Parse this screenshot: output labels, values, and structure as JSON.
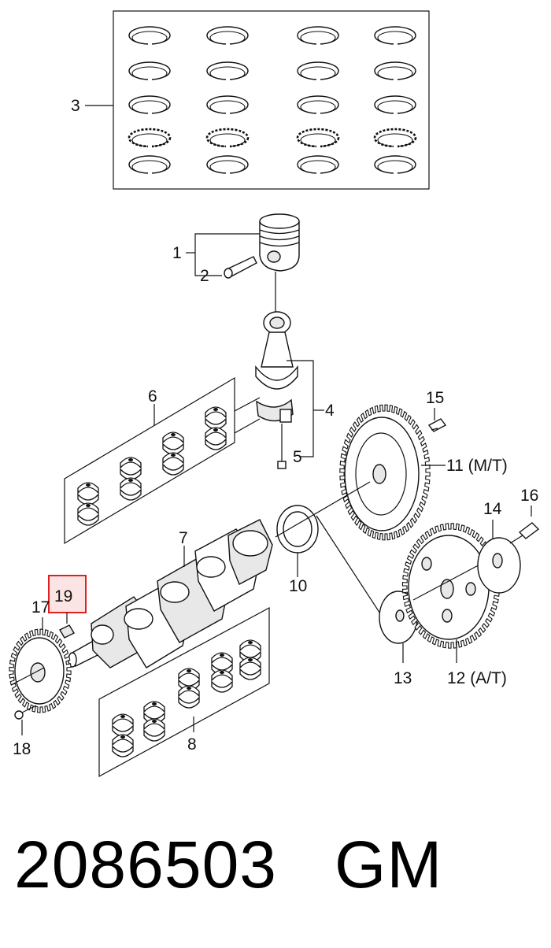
{
  "callouts": {
    "c1": "1",
    "c2": "2",
    "c3": "3",
    "c4": "4",
    "c5": "5",
    "c6": "6",
    "c7": "7",
    "c8": "8",
    "c10": "10",
    "c11": "11 (M/T)",
    "c12": "12 (A/T)",
    "c13": "13",
    "c14": "14",
    "c15": "15",
    "c16": "16",
    "c17": "17",
    "c18": "18",
    "c19": "19"
  },
  "highlight": {
    "callout": "19",
    "border_color": "#e02020",
    "fill_color": "#fde4e4"
  },
  "footer": {
    "part_number": "2086503",
    "brand": "GM"
  }
}
